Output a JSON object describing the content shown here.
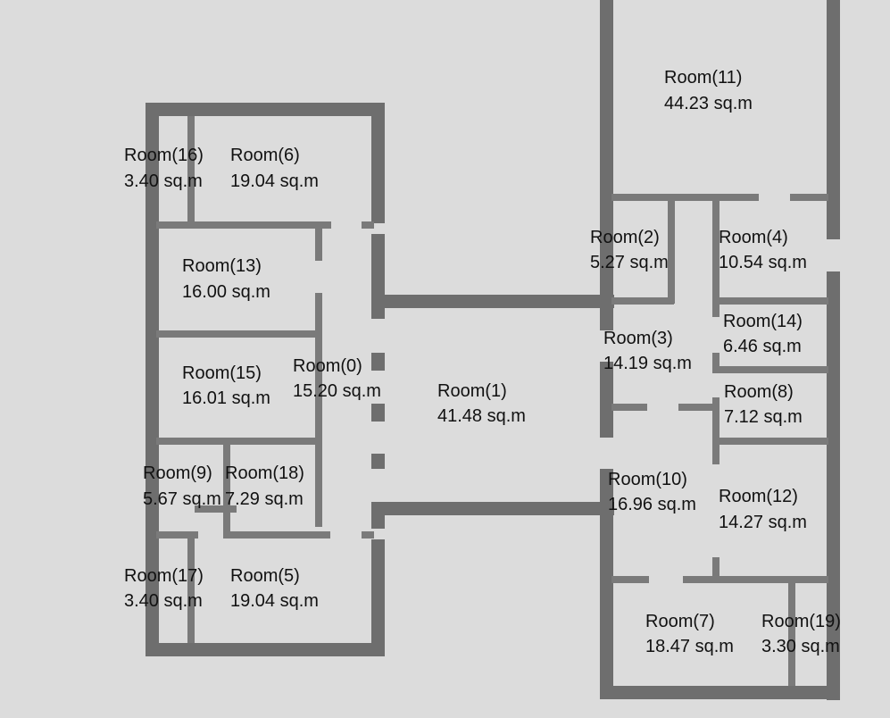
{
  "rooms": [
    {
      "id": "0",
      "name": "Room(0)",
      "area": "15.20 sq.m"
    },
    {
      "id": "1",
      "name": "Room(1)",
      "area": "41.48 sq.m"
    },
    {
      "id": "2",
      "name": "Room(2)",
      "area": "5.27 sq.m"
    },
    {
      "id": "3",
      "name": "Room(3)",
      "area": "14.19 sq.m"
    },
    {
      "id": "4",
      "name": "Room(4)",
      "area": "10.54 sq.m"
    },
    {
      "id": "5",
      "name": "Room(5)",
      "area": "19.04 sq.m"
    },
    {
      "id": "6",
      "name": "Room(6)",
      "area": "19.04 sq.m"
    },
    {
      "id": "7",
      "name": "Room(7)",
      "area": "18.47 sq.m"
    },
    {
      "id": "8",
      "name": "Room(8)",
      "area": "7.12 sq.m"
    },
    {
      "id": "9",
      "name": "Room(9)",
      "area": "5.67 sq.m"
    },
    {
      "id": "10",
      "name": "Room(10)",
      "area": "16.96 sq.m"
    },
    {
      "id": "11",
      "name": "Room(11)",
      "area": "44.23 sq.m"
    },
    {
      "id": "12",
      "name": "Room(12)",
      "area": "14.27 sq.m"
    },
    {
      "id": "13",
      "name": "Room(13)",
      "area": "16.00 sq.m"
    },
    {
      "id": "14",
      "name": "Room(14)",
      "area": "6.46 sq.m"
    },
    {
      "id": "15",
      "name": "Room(15)",
      "area": "16.01 sq.m"
    },
    {
      "id": "16",
      "name": "Room(16)",
      "area": "3.40 sq.m"
    },
    {
      "id": "17",
      "name": "Room(17)",
      "area": "3.40 sq.m"
    },
    {
      "id": "18",
      "name": "Room(18)",
      "area": "7.29 sq.m"
    },
    {
      "id": "19",
      "name": "Room(19)",
      "area": "3.30 sq.m"
    }
  ],
  "colors": {
    "background": "#dcdcdc",
    "wall": "#6e6e6e",
    "wall_dark": "#4a4a4a",
    "text": "#111111"
  }
}
